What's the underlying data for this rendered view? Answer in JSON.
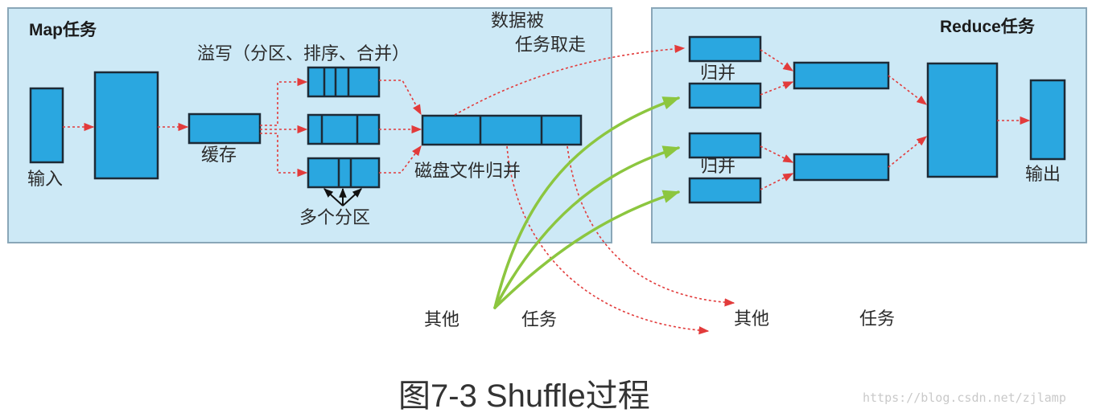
{
  "map_task": {
    "title": "Map任务",
    "input_label": "输入",
    "cache_label": "缓存",
    "spill_label": "溢写（分区、排序、合并）",
    "partitions_label": "多个分区",
    "disk_merge_label": "磁盘文件归并",
    "fetch_label_line1": "数据被",
    "fetch_label_line2": "任务取走"
  },
  "reduce_task": {
    "title": "Reduce任务",
    "merge_label_1": "归并",
    "merge_label_2": "归并",
    "output_label": "输出"
  },
  "others": {
    "left_part1": "其他",
    "left_part2": "任务",
    "right_part1": "其他",
    "right_part2": "任务"
  },
  "caption": "图7-3 Shuffle过程",
  "watermark": "https://blog.csdn.net/zjlamp",
  "colors": {
    "panel": "#cde9f6",
    "block": "#2aa7e0",
    "flow_arrow": "#e23b3b",
    "other_task_arrow": "#8cc63f"
  }
}
